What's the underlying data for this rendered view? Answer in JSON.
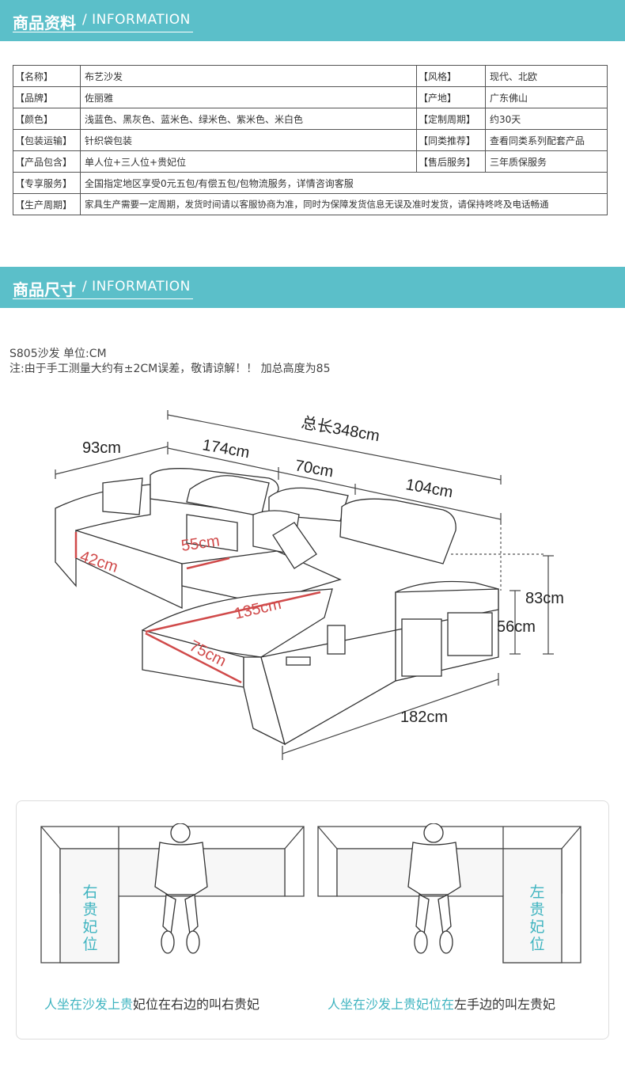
{
  "banner1": {
    "cn": "商品资料",
    "en": "/ INFORMATION"
  },
  "banner2": {
    "cn": "商品尺寸",
    "en": "/ INFORMATION"
  },
  "info_rows": [
    {
      "k1": "【名称】",
      "v1": "布艺沙发",
      "k2": "【风格】",
      "v2": "现代、北欧"
    },
    {
      "k1": "【品牌】",
      "v1": "佐丽雅",
      "k2": "【产地】",
      "v2": "广东佛山"
    },
    {
      "k1": "【颜色】",
      "v1": "浅蓝色、黑灰色、蓝米色、绿米色、紫米色、米白色",
      "k2": "【定制周期】",
      "v2": "约30天"
    },
    {
      "k1": "【包装运输】",
      "v1": "针织袋包装",
      "k2": "【同类推荐】",
      "v2": "查看同类系列配套产品"
    },
    {
      "k1": "【产品包含】",
      "v1": "单人位+三人位+贵妃位",
      "k2": "【售后服务】",
      "v2": "三年质保服务"
    }
  ],
  "info_wide": [
    {
      "k": "【专享服务】",
      "v": "全国指定地区享受0元五包/有偿五包/包物流服务，详情咨询客服"
    },
    {
      "k": "【生产周期】",
      "v": "家具生产需要一定周期，发货时间请以客服协商为准，同时为保障发货信息无误及准时发货，请保持咚咚及电话畅通"
    }
  ],
  "size_note": {
    "line1": "S805沙发 单位:CM",
    "line2": "注:由于手工测量大约有±2CM误差，敬请谅解！！ 加总高度为85"
  },
  "dims": {
    "total": "总长348cm",
    "d93": "93cm",
    "d174": "174cm",
    "d70": "70cm",
    "d104": "104cm",
    "d55": "55cm",
    "d42": "42cm",
    "d135": "135cm",
    "d75": "75cm",
    "d83": "83cm",
    "d56": "56cm",
    "d182": "182cm"
  },
  "plans": {
    "right_label": "右贵妃位",
    "left_label": "左贵妃位",
    "caption_right": {
      "teal": "人坐在沙发上贵",
      "dark": "妃位在右边的叫右贵妃"
    },
    "caption_left": {
      "teal": "人坐在沙发上贵妃位在",
      "dark": "左手边的叫左贵妃"
    }
  },
  "colors": {
    "accent": "#5bbfc9",
    "dim_red": "#d04a4a",
    "label_teal": "#3fb4c0"
  }
}
